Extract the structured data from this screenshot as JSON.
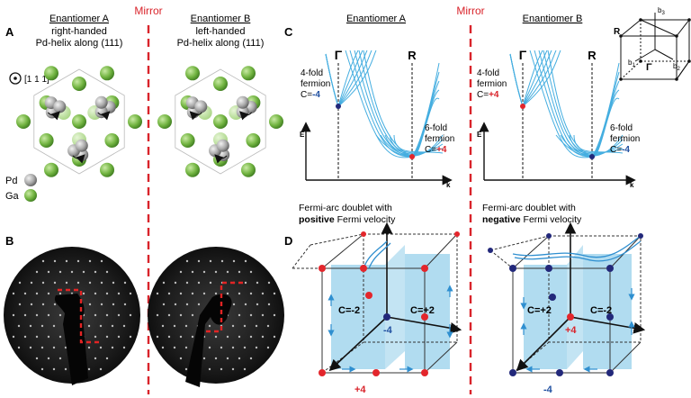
{
  "panels": {
    "A": "A",
    "B": "B",
    "C": "C",
    "D": "D"
  },
  "mirror_label": "Mirror",
  "panel_A": {
    "left": {
      "title": "Enantiomer A",
      "line1": "right-handed",
      "line2": "Pd-helix along (111)"
    },
    "right": {
      "title": "Enantiomer B",
      "line1": "left-handed",
      "line2": "Pd-helix along (111)"
    },
    "axis_label": "[1 1 1]",
    "legend": [
      {
        "label": "Pd",
        "color": "#a8a8a8"
      },
      {
        "label": "Ga",
        "color": "#72b441"
      }
    ]
  },
  "panel_C": {
    "left": {
      "title": "Enantiomer A",
      "gamma": "Γ",
      "r": "R",
      "fermion4": [
        "4-fold",
        "fermion"
      ],
      "c4_prefix": "C=",
      "c4_value": "-4",
      "fermion6": [
        "6-fold",
        "fermion"
      ],
      "c6_prefix": "C=",
      "c6_value": "+4",
      "axis_e": "E",
      "axis_k": "k"
    },
    "right": {
      "title": "Enantiomer B",
      "gamma": "Γ",
      "r": "R",
      "fermion4": [
        "4-fold",
        "fermion"
      ],
      "c4_prefix": "C=",
      "c4_value": "+4",
      "fermion6": [
        "6-fold",
        "fermion"
      ],
      "c6_prefix": "C=",
      "c6_value": "-4",
      "axis_e": "E",
      "axis_k": "k"
    },
    "bz_labels": {
      "r": "R",
      "gamma": "Γ",
      "b1": "b",
      "b2": "b",
      "b3": "b",
      "s1": "1",
      "s2": "2",
      "s3": "3"
    }
  },
  "panel_D": {
    "left": {
      "arc_line1": "Fermi-arc doublet with",
      "arc_bold": "positive",
      "arc_rest": "Fermi velocity",
      "region1": "C=-2",
      "region2": "C=+2",
      "top_charge": "-4",
      "bottom_charge": "+4"
    },
    "right": {
      "arc_line1": "Fermi-arc doublet with",
      "arc_bold": "negative",
      "arc_rest": "Fermi velocity",
      "region1": "C=+2",
      "region2": "C=-2",
      "top_charge": "+4",
      "bottom_charge": "-4"
    }
  },
  "colors": {
    "mirror": "#d9242b",
    "band": "#45aee0",
    "blue_charge": "#1f4fa0",
    "red_charge": "#d9242b",
    "panel_fill": "#a9d8ee",
    "node_red": "#e3262c",
    "node_blue": "#22287a"
  }
}
